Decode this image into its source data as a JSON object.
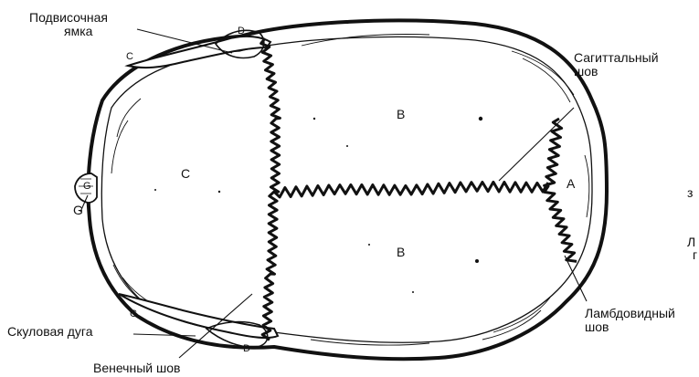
{
  "callouts": {
    "infratemporal_fossa": [
      "Подвисочная",
      "ямка"
    ],
    "sagittal_suture": [
      "Сагиттальный",
      "шов"
    ],
    "zygomatic_arch": "Скуловая дуга",
    "coronal_suture": "Венечный шов",
    "lambdoid_suture": [
      "Ламбдовидный",
      "шов"
    ],
    "cropped_right_edge": [
      "з",
      "Л",
      "г"
    ]
  },
  "bone_letters": {
    "frontal": "C",
    "parietal_upper": "B",
    "parietal_lower": "B",
    "occipital": "A",
    "nasal": "G",
    "nasal_outer": "G",
    "temporal_upper": "D",
    "temporal_lower": "D",
    "zygomatic_upper": "C",
    "zygomatic_lower": "C"
  },
  "colors": {
    "ink": "#111111",
    "paper": "#ffffff"
  }
}
